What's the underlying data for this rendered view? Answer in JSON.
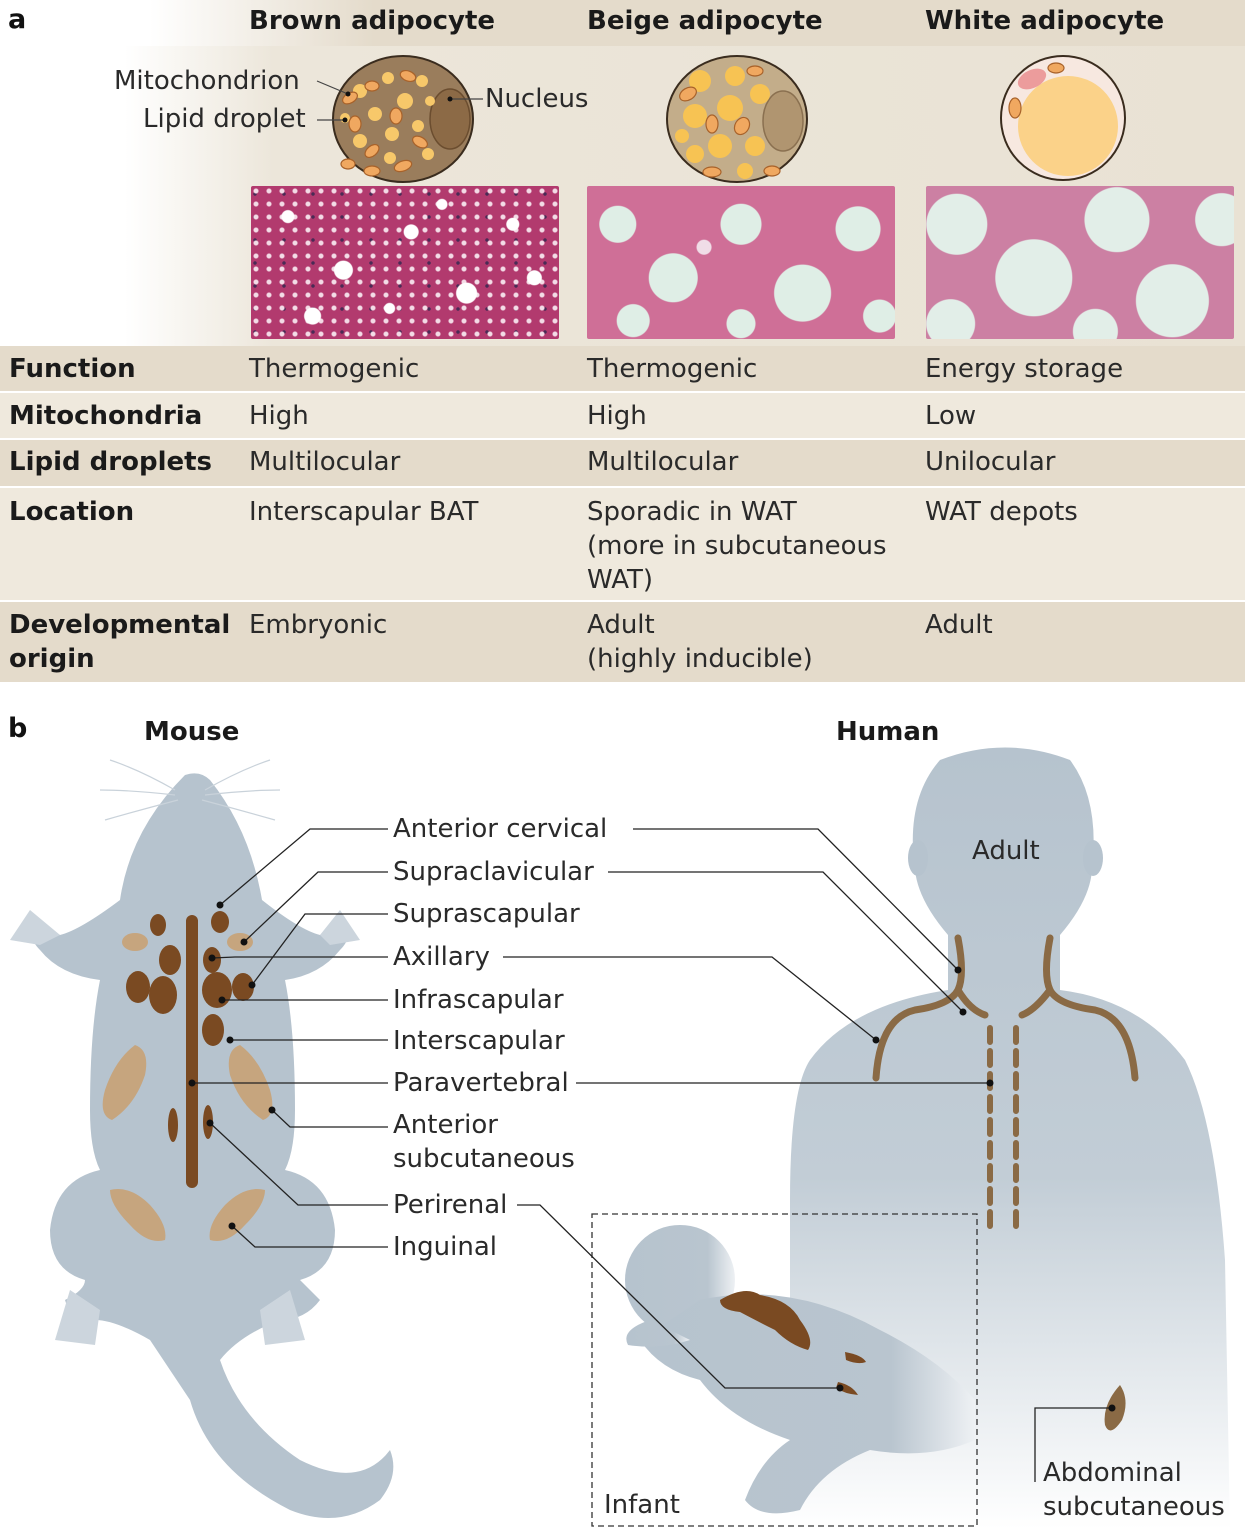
{
  "panel_a": {
    "letter": "a",
    "columns": [
      "Brown adipocyte",
      "Beige adipocyte",
      "White adipocyte"
    ],
    "cell_labels": {
      "mitochondrion": "Mitochondrion",
      "lipid_droplet": "Lipid droplet",
      "nucleus": "Nucleus"
    },
    "rows": [
      {
        "label": "Function",
        "values": [
          "Thermogenic",
          "Thermogenic",
          "Energy storage"
        ]
      },
      {
        "label": "Mitochondria",
        "values": [
          "High",
          "High",
          "Low"
        ]
      },
      {
        "label": "Lipid droplets",
        "values": [
          "Multilocular",
          "Multilocular",
          "Unilocular"
        ]
      },
      {
        "label": "Location",
        "values": [
          "Interscapular BAT",
          "Sporadic in WAT\n(more in subcutaneous\nWAT)",
          "WAT depots"
        ]
      },
      {
        "label": "Developmental\norigin",
        "values": [
          "Embryonic",
          "Adult\n(highly inducible)",
          "Adult"
        ]
      }
    ]
  },
  "panel_b": {
    "letter": "b",
    "mouse_title": "Mouse",
    "human_title": "Human",
    "adult_label": "Adult",
    "infant_label": "Infant",
    "depots": [
      "Anterior cervical",
      "Supraclavicular",
      "Suprascapular",
      "Axillary",
      "Infrascapular",
      "Interscapular",
      "Paravertebral",
      "Anterior\nsubcutaneous",
      "Perirenal",
      "Inguinal"
    ],
    "abdominal_label": "Abdominal\nsubcutaneous"
  },
  "colors": {
    "table_band": "#e4dbcb",
    "table_band_alt": "#efe9dd",
    "silhouette": "#b6c3ce",
    "brown_fat": "#7a4a22",
    "beige_fat": "#c6a57e"
  }
}
